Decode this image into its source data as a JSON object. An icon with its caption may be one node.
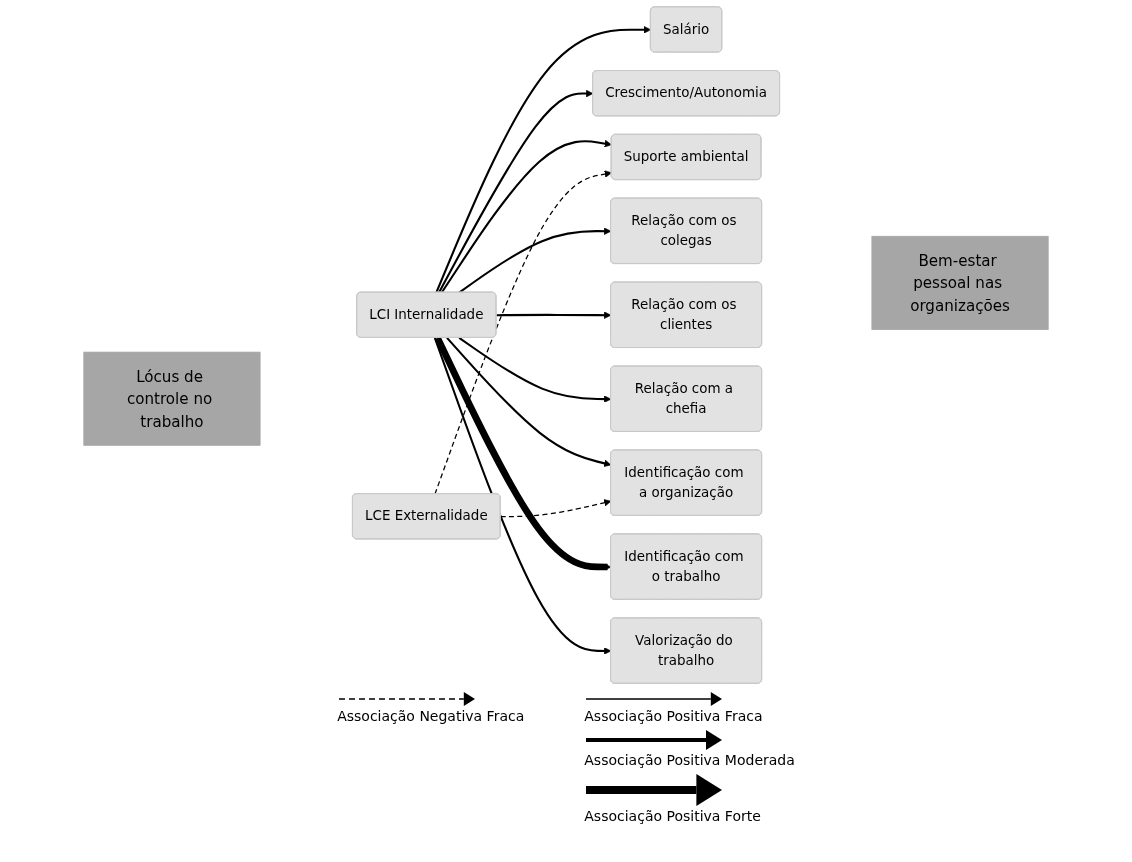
{
  "diagram": {
    "nodes": [
      {
        "text": [
          "Lócus de controle no trabalho"
        ]
      },
      {
        "text": [
          "LCI Internalidade"
        ]
      },
      {
        "text": [
          "LCE Externalidade"
        ]
      },
      {
        "text": [
          "Salário"
        ]
      },
      {
        "text": [
          "Crescimento/Autonomia"
        ]
      },
      {
        "text": [
          "Suporte ambiental"
        ]
      },
      {
        "text": [
          "Relação com os colegas"
        ]
      },
      {
        "text": [
          "Relação com os clientes"
        ]
      },
      {
        "text": [
          "Relação com a chefia"
        ]
      },
      {
        "text": [
          "Identificação com a organização"
        ]
      },
      {
        "text": [
          "Identificação com o trabalho"
        ]
      },
      {
        "text": [
          "Valorização do trabalho"
        ]
      },
      {
        "text": [
          "Bem-estar pessoal nas organizações"
        ]
      }
    ],
    "edges": [
      {
        "from": 1,
        "to": 3,
        "arrow": "to"
      },
      {
        "from": 1,
        "to": 4,
        "arrow": "to"
      },
      {
        "from": 1,
        "to": 5,
        "arrow": "to"
      },
      {
        "from": 1,
        "to": 6,
        "arrow": "to"
      },
      {
        "from": 1,
        "to": 7,
        "arrow": "to"
      },
      {
        "from": 1,
        "to": 8,
        "arrow": "to"
      },
      {
        "from": 1,
        "to": 9,
        "arrow": "to"
      },
      {
        "from": 1,
        "to": 10,
        "arrow": "to",
        "style": "thick"
      },
      {
        "from": 1,
        "to": 11,
        "arrow": "to"
      },
      {
        "from": 2,
        "to": 5,
        "arrow": "to",
        "style": "dashed"
      },
      {
        "from": 2,
        "to": 9,
        "arrow": "to",
        "style": "dashed"
      }
    ],
    "legend": [
      {
        "text": "Associação Negativa Fraca"
      },
      {
        "text": "Associação Positiva Fraca"
      },
      {
        "text": "Associação Positiva Moderada"
      },
      {
        "text": "Associação Positiva Forte"
      }
    ]
  }
}
